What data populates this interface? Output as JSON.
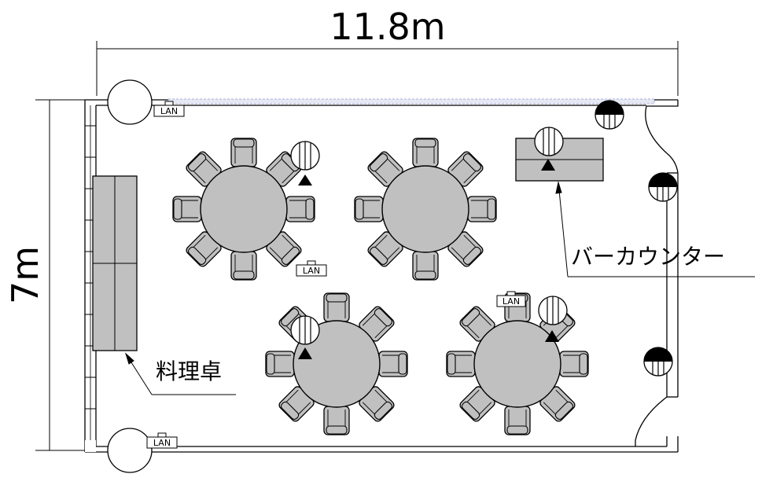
{
  "dimensions": {
    "width_label": "11.8m",
    "height_label": "7m"
  },
  "labels": {
    "cooking_table": "料理卓",
    "bar_counter": "バーカウンター"
  },
  "lan_outlet_text": "LAN",
  "colors": {
    "furniture_fill": "#c0c0c0",
    "line": "#000000",
    "blind": "#aab0d8"
  },
  "round_tables": [
    {
      "name": "round-table-top-left"
    },
    {
      "name": "round-table-top-center"
    },
    {
      "name": "round-table-bottom-center"
    },
    {
      "name": "round-table-bottom-right"
    }
  ],
  "chairs_per_table": 8,
  "lan_outlets": [
    {
      "name": "lan-outlet-top-left"
    },
    {
      "name": "lan-outlet-mid"
    },
    {
      "name": "lan-outlet-bottom-right-table"
    },
    {
      "name": "lan-outlet-bottom-left"
    }
  ]
}
